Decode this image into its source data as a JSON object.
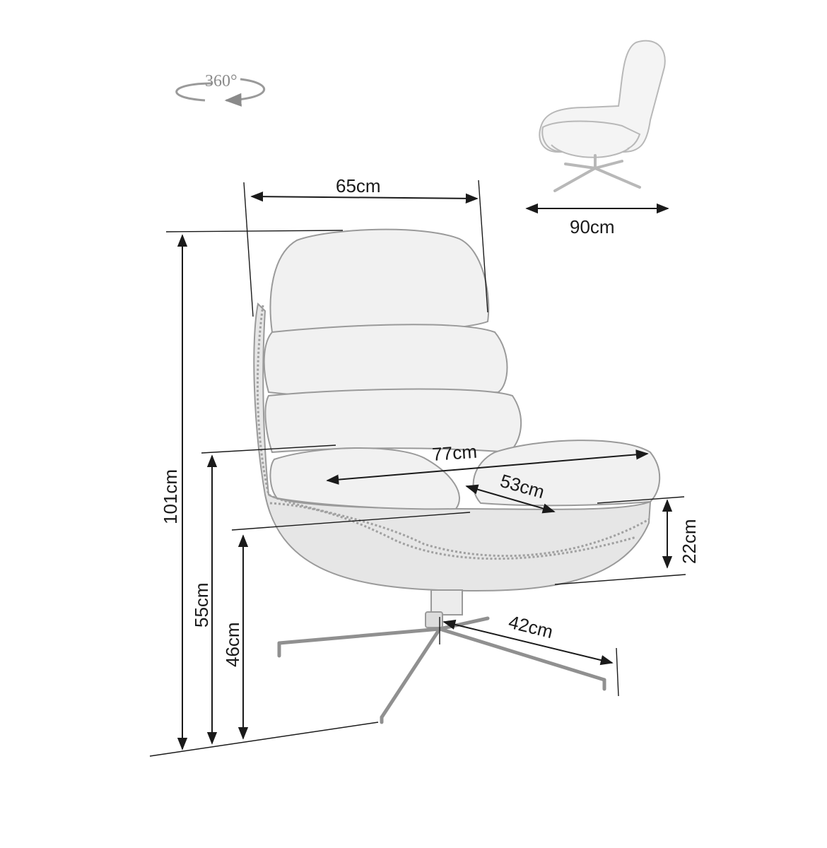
{
  "rotation": {
    "label": "360°",
    "icon": "rotate-360-icon"
  },
  "dimensions": {
    "width_top": "65cm",
    "depth_side": "90cm",
    "height_total": "101cm",
    "seat_height": "55cm",
    "seat_base_height": "46cm",
    "seat_width": "77cm",
    "seat_depth": "53cm",
    "shell_height": "22cm",
    "base_radius": "42cm"
  },
  "colors": {
    "line": "#1a1a1a",
    "chair": "#9a9a9a",
    "fabric": "#f1f1f1"
  }
}
